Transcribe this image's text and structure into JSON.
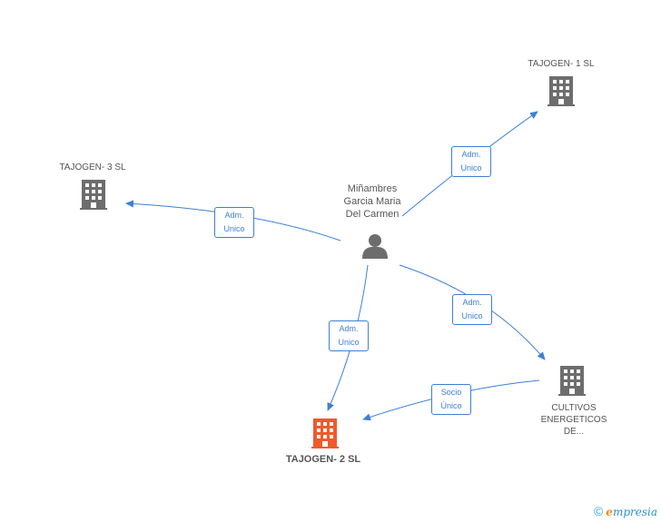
{
  "colors": {
    "edge": "#3d7fd6",
    "company": "#6d6d6d",
    "main_company": "#ef5a2a",
    "person": "#6d6d6d"
  },
  "nodes": {
    "person": {
      "lines": [
        "Miñambres",
        "Garcia Maria",
        "Del Carmen"
      ],
      "icon": "person-icon"
    },
    "tajogen1": {
      "label": "TAJOGEN- 1 SL",
      "icon": "building-icon"
    },
    "tajogen3": {
      "label": "TAJOGEN- 3 SL",
      "icon": "building-icon"
    },
    "tajogen2": {
      "label": "TAJOGEN- 2 SL",
      "icon": "building-icon"
    },
    "cultivos": {
      "lines": [
        "CULTIVOS",
        "ENERGETICOS",
        "DE..."
      ],
      "icon": "building-icon"
    }
  },
  "edges": [
    {
      "from": "person",
      "to": "tajogen1",
      "line1": "Adm.",
      "line2": "Unico"
    },
    {
      "from": "person",
      "to": "tajogen3",
      "line1": "Adm.",
      "line2": "Unico"
    },
    {
      "from": "person",
      "to": "cultivos",
      "line1": "Adm.",
      "line2": "Unico"
    },
    {
      "from": "person",
      "to": "tajogen2",
      "line1": "Adm.",
      "line2": "Unico"
    },
    {
      "from": "cultivos",
      "to": "tajogen2",
      "line1": "Socio",
      "line2": "Único"
    }
  ],
  "footer": {
    "copyright": "©",
    "brand_initial": "e",
    "brand_rest": "mpresia"
  }
}
